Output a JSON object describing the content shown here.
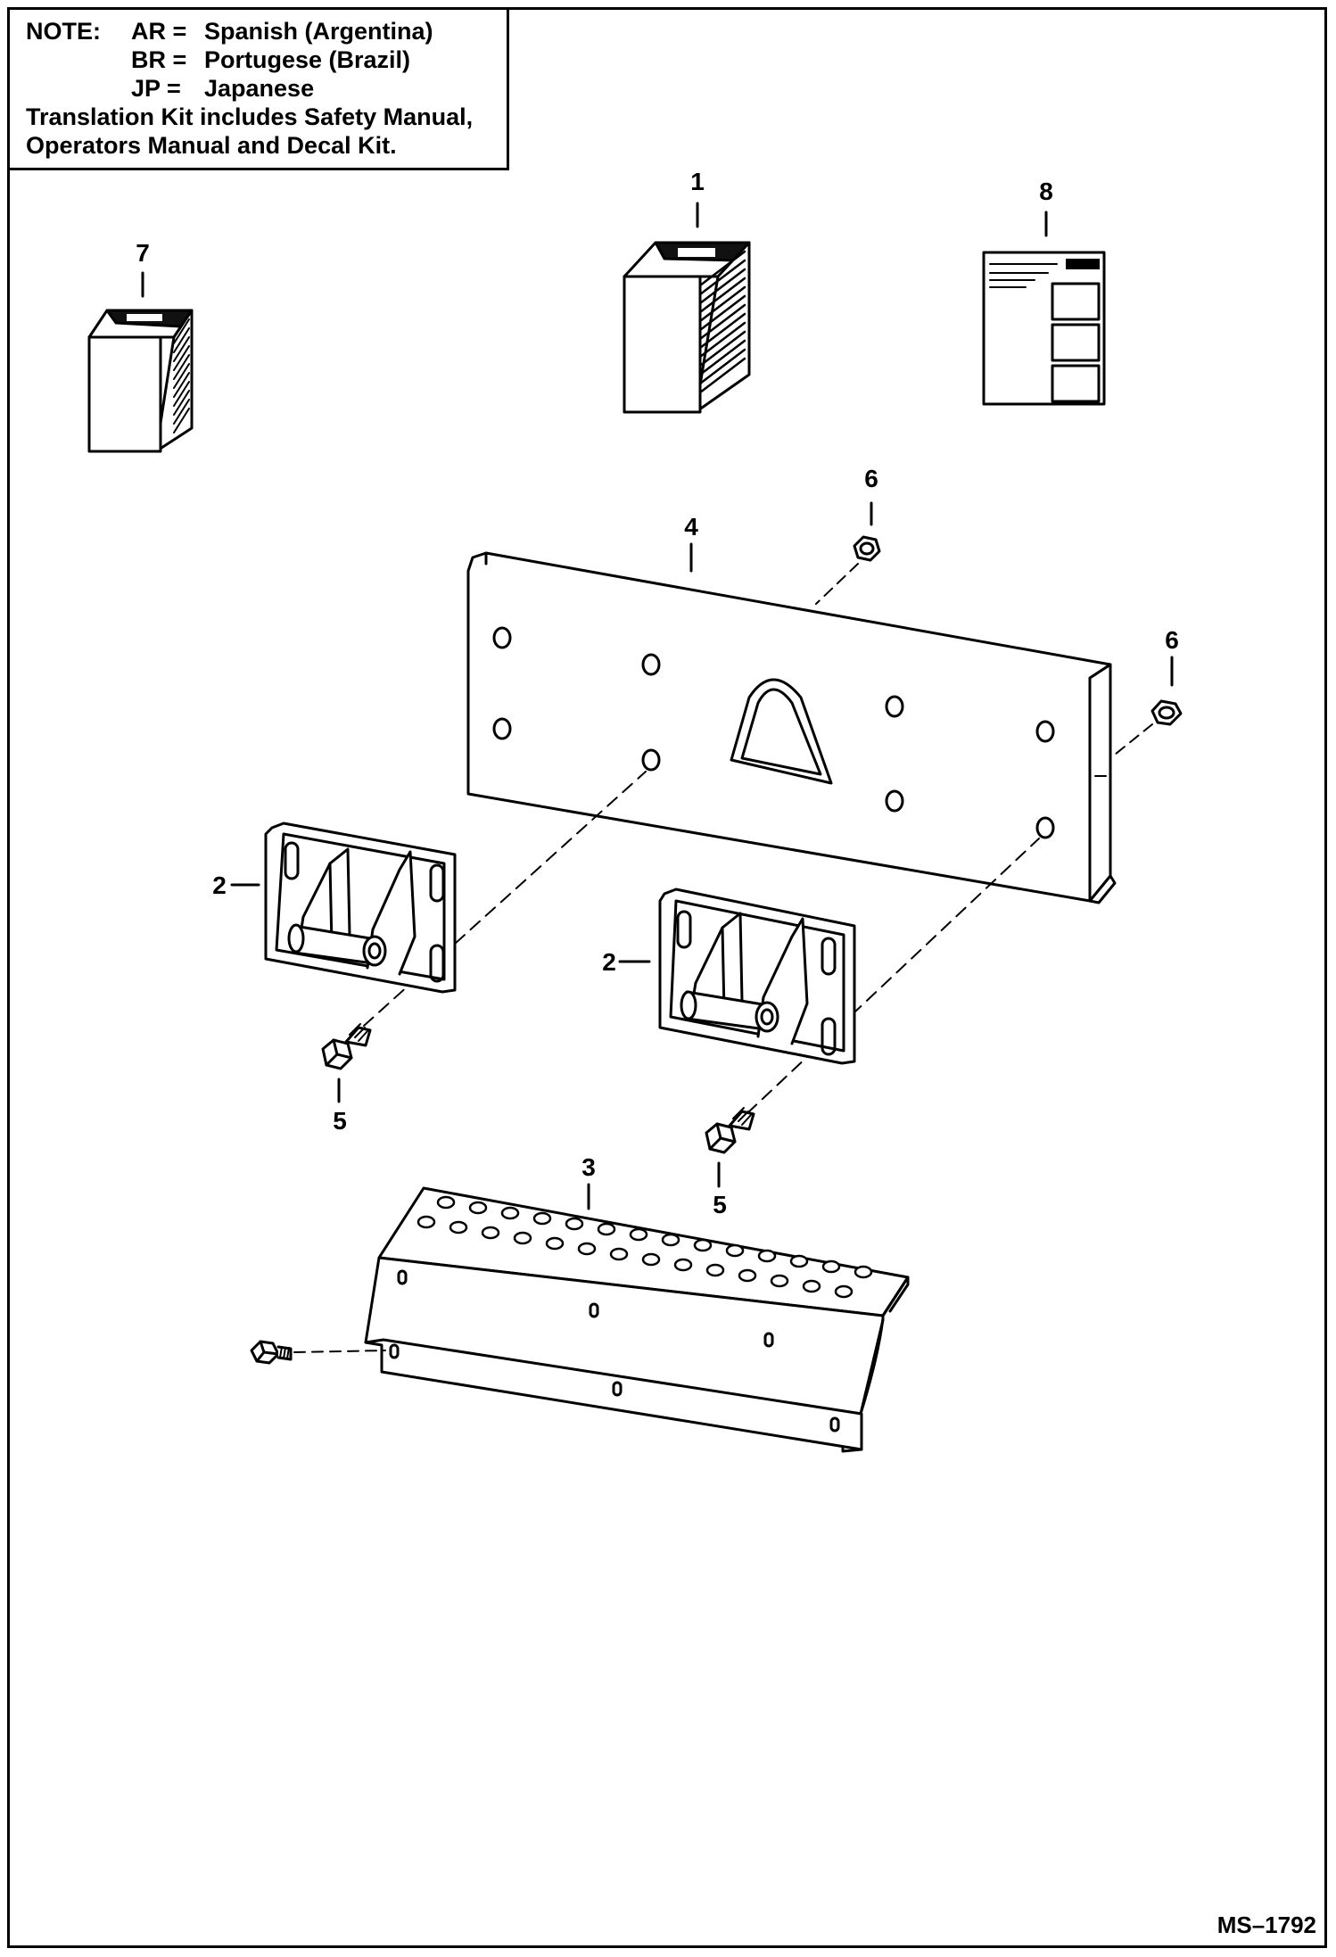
{
  "note": {
    "label": "NOTE:",
    "rows": [
      {
        "code": "AR =",
        "language": "Spanish (Argentina)"
      },
      {
        "code": "BR =",
        "language": "Portugese (Brazil)"
      },
      {
        "code": "JP =",
        "language": "Japanese"
      }
    ],
    "kit_line_1": "Translation Kit includes Safety Manual,",
    "kit_line_2": "Operators Manual and Decal Kit."
  },
  "callouts": {
    "c1": "1",
    "c2a": "2",
    "c2b": "2",
    "c3": "3",
    "c4": "4",
    "c5a": "5",
    "c5b": "5",
    "c6a": "6",
    "c6b": "6",
    "c7": "7",
    "c8": "8"
  },
  "figure_code": "MS–1792"
}
